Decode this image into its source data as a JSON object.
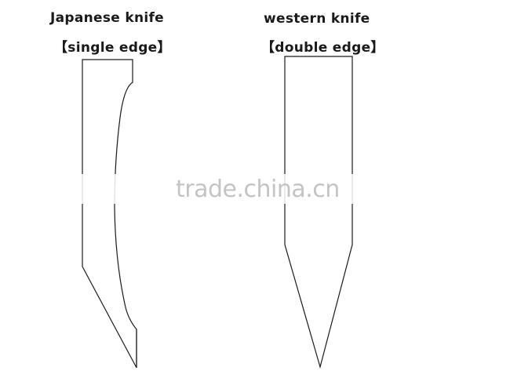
{
  "japanese_knife": {
    "title": "Japanese knife",
    "subtitle": "【single edge】"
  },
  "western_knife": {
    "title": "western knife",
    "subtitle": "【double edge】"
  },
  "watermark": {
    "text": "trade.china.cn",
    "color": "#c4c4c4"
  },
  "colors": {
    "outline": "#1a1a1a",
    "background": "#ffffff"
  }
}
